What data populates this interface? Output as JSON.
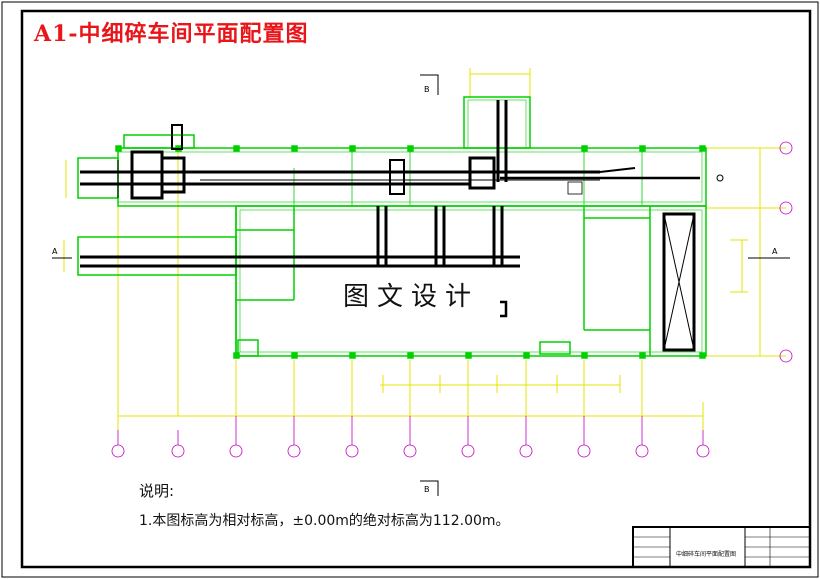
{
  "title": "A1-中细碎车间平面配置图",
  "watermark": "图文设计",
  "notes": {
    "heading": "说明:",
    "line1": "1.本图标高为相对标高，±0.00m的绝对标高为112.00m。"
  },
  "section_marks": {
    "top": "B",
    "bottom": "B",
    "left": "A",
    "right": "A"
  },
  "title_block": {
    "drawing_name": "中细碎车间平面配置图"
  },
  "colors": {
    "frame": "#000000",
    "walls": "#00d000",
    "dimensions": "#e6e600",
    "grid_axes": "#c000c0",
    "equipment": "#000000",
    "title": "#e8161a"
  }
}
